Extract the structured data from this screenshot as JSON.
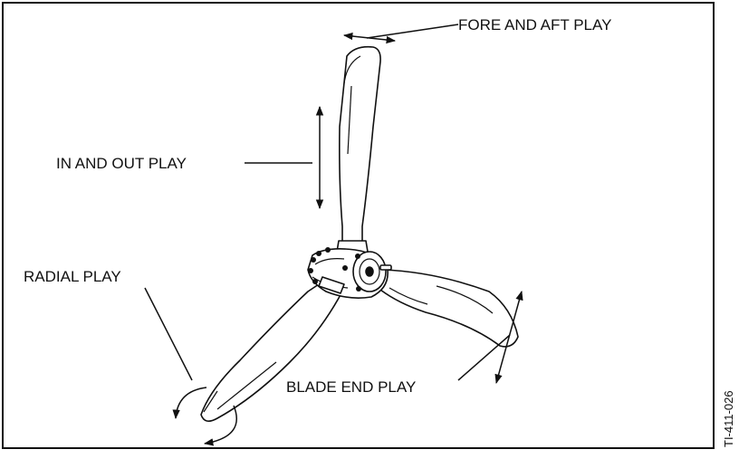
{
  "figure": {
    "labels": {
      "fore_aft": "FORE AND AFT PLAY",
      "in_out": "IN AND OUT PLAY",
      "radial": "RADIAL PLAY",
      "blade_end": "BLADE END PLAY"
    },
    "figure_id": "TI-411-026"
  }
}
